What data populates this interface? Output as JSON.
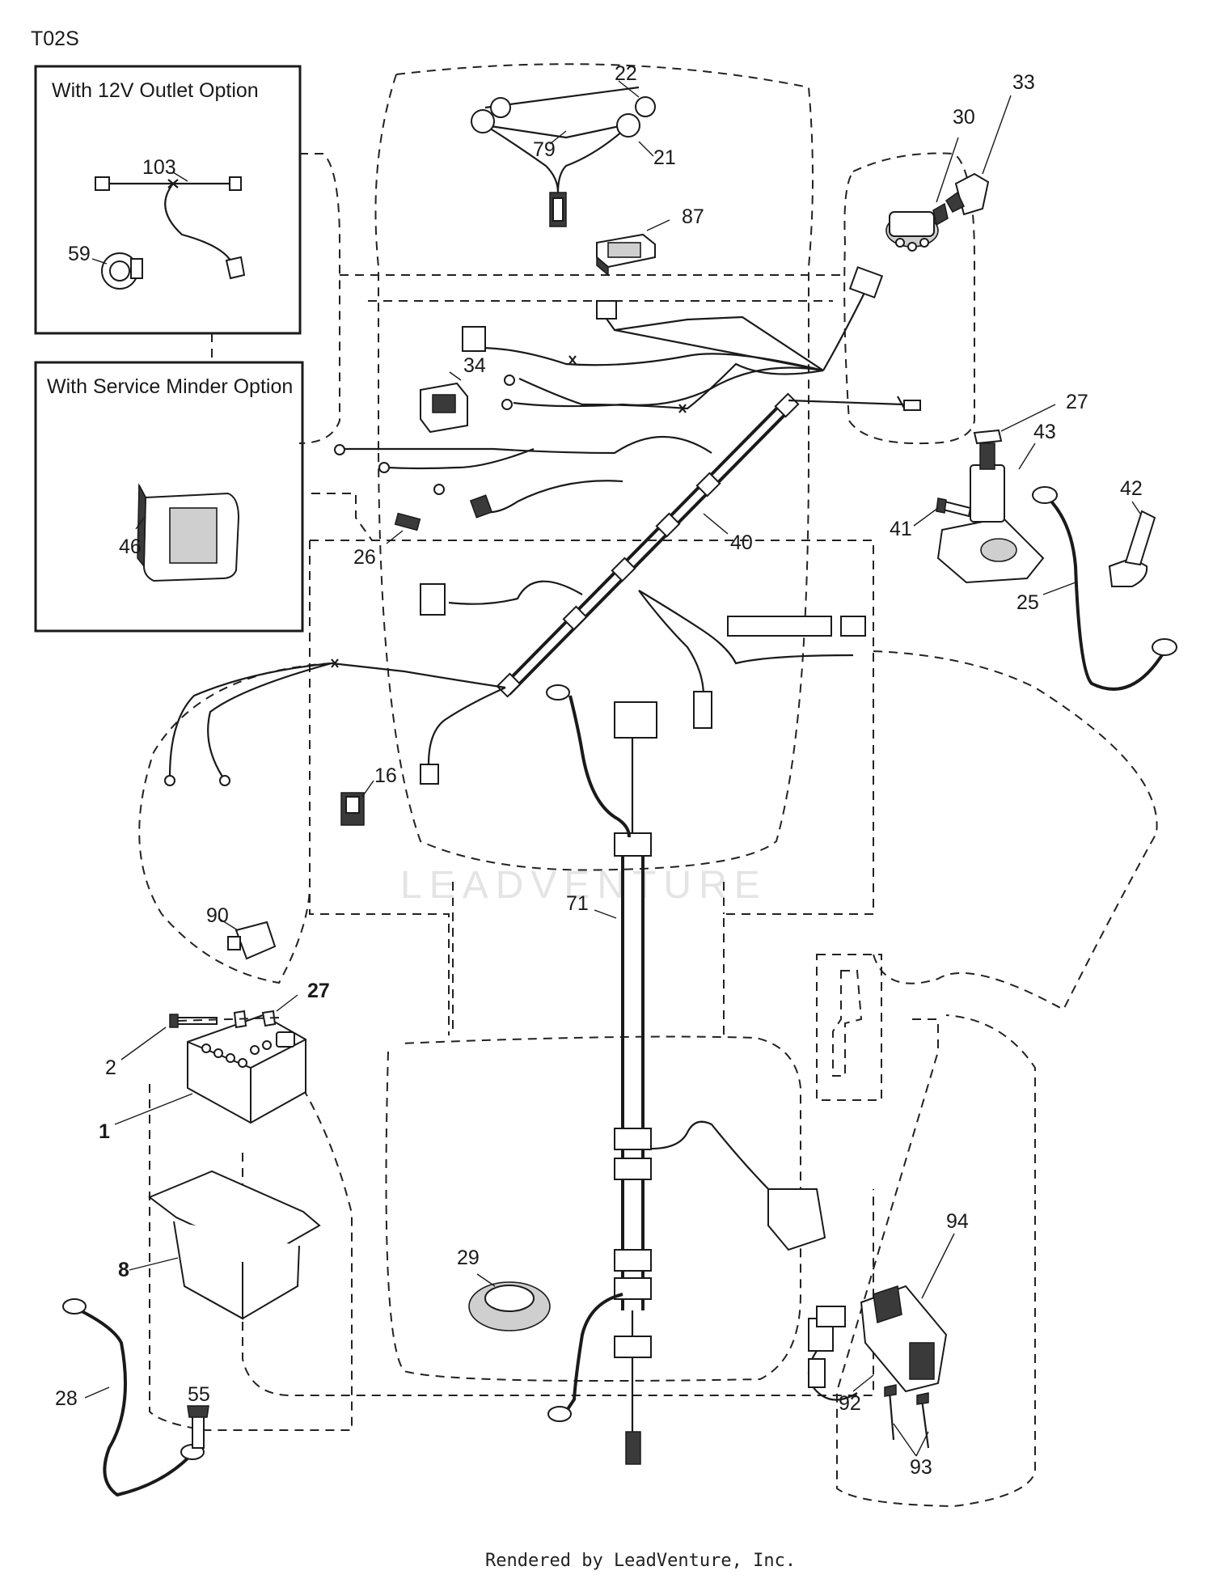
{
  "page_code": "T02S",
  "option_boxes": {
    "outlet_12v": "With 12V Outlet Option",
    "service_minder": "With Service Minder Option"
  },
  "watermark": "LEADVENTURE",
  "footer": "Rendered by LeadVenture, Inc.",
  "callouts": {
    "c1": "1",
    "c2": "2",
    "c8": "8",
    "c16": "16",
    "c21": "21",
    "c22": "22",
    "c25": "25",
    "c26": "26",
    "c27a": "27",
    "c27b": "27",
    "c28": "28",
    "c29": "29",
    "c30": "30",
    "c33": "33",
    "c34": "34",
    "c40": "40",
    "c41": "41",
    "c42": "42",
    "c43": "43",
    "c46": "46",
    "c55": "55",
    "c59": "59",
    "c71": "71",
    "c79": "79",
    "c87": "87",
    "c90": "90",
    "c92": "92",
    "c93": "93",
    "c94": "94",
    "c103": "103"
  },
  "colors": {
    "line": "#1a1a1a",
    "background": "#ffffff",
    "watermark": "#e4e4e4"
  }
}
